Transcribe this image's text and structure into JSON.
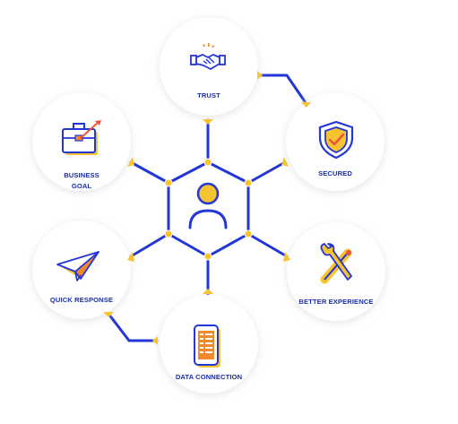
{
  "diagram": {
    "colors": {
      "primary": "#2336d6",
      "label": "#1b2fa6",
      "accent": "#f7c431",
      "accent_orange": "#f08a2c",
      "accent_red": "#f0553a",
      "circle_fill": "#ffffff",
      "shadow": "#e9e9ee"
    },
    "center": {
      "icon": "user-icon"
    },
    "nodes": [
      {
        "id": "trust",
        "label_lines": [
          "TRUST"
        ],
        "icon": "handshake-icon"
      },
      {
        "id": "secured",
        "label_lines": [
          "SECURED"
        ],
        "icon": "shield-check-icon"
      },
      {
        "id": "better-experience",
        "label_lines": [
          "BETTER EXPERIENCE"
        ],
        "icon": "tools-icon"
      },
      {
        "id": "data-connection",
        "label_lines": [
          "DATA CONNECTION"
        ],
        "icon": "phone-data-icon"
      },
      {
        "id": "quick-response",
        "label_lines": [
          "QUICK RESPONSE"
        ],
        "icon": "paper-plane-icon"
      },
      {
        "id": "business-goal",
        "label_lines": [
          "BUSINESS",
          "GOAL"
        ],
        "icon": "briefcase-target-icon"
      }
    ]
  }
}
